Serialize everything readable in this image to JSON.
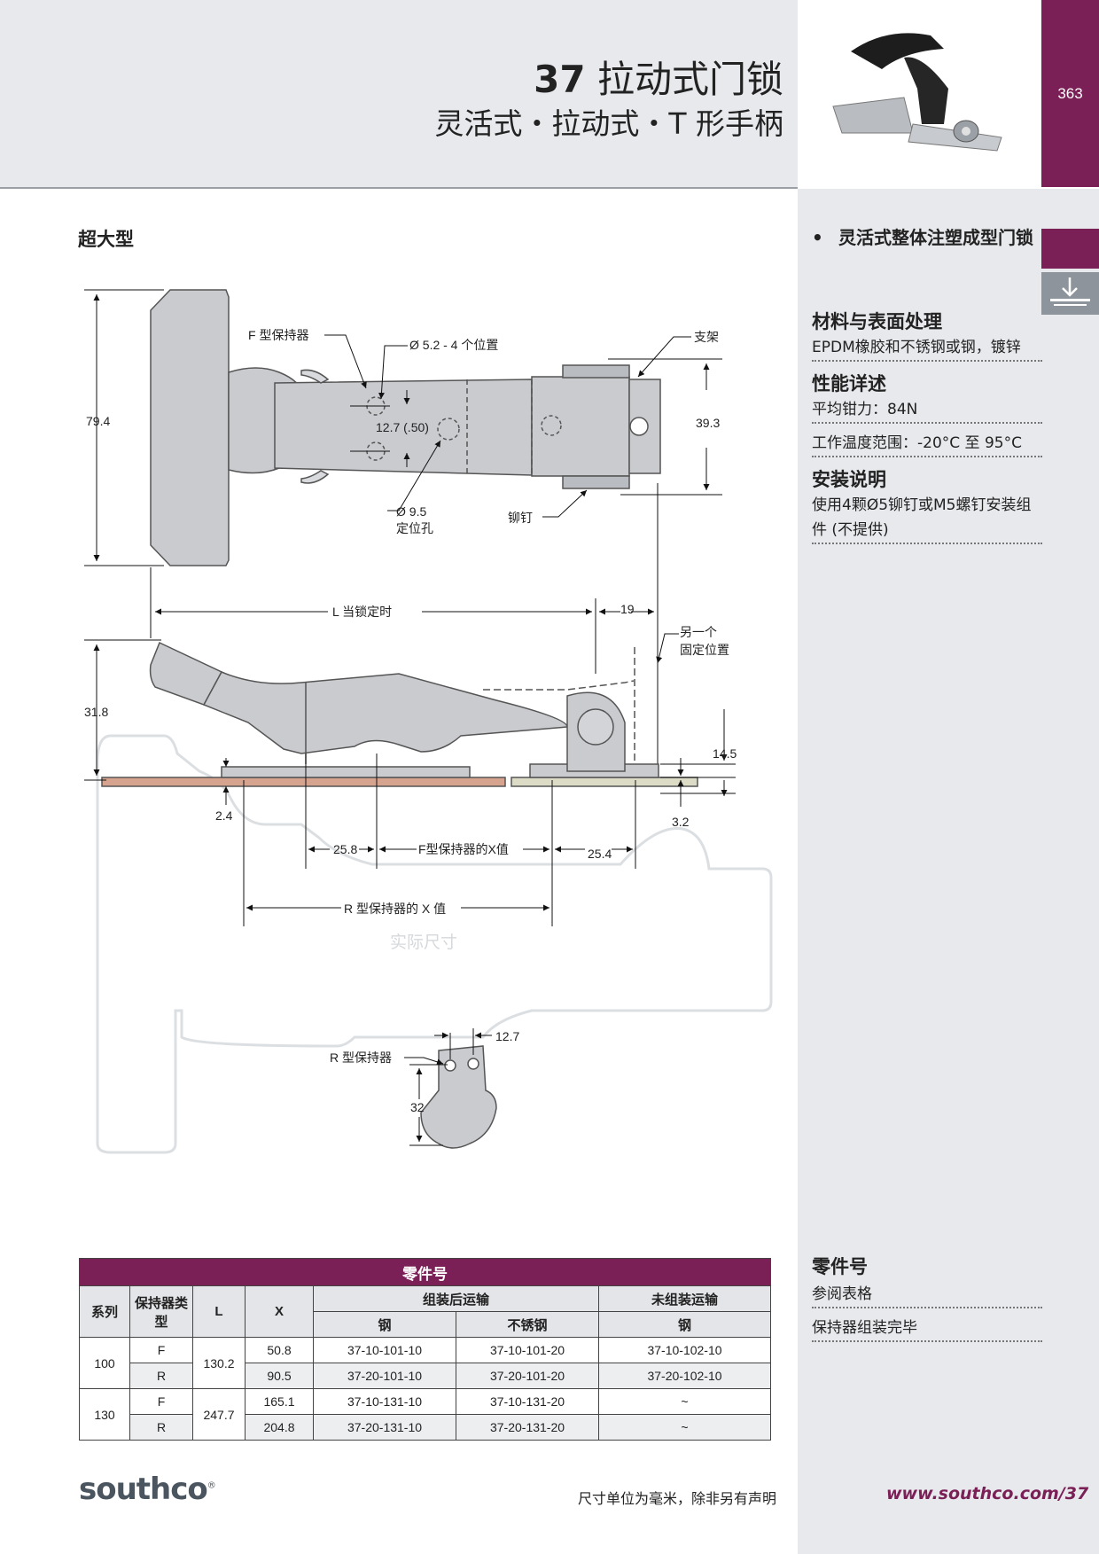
{
  "header": {
    "page_number": "363",
    "title_num": "37",
    "title_text": "拉动式门锁",
    "subtitle": "灵活式・拉动式・T 形手柄"
  },
  "section_title": "超大型",
  "drawing": {
    "labels": {
      "f_retainer": "F 型保持器",
      "hole": "Ø 5.2 - 4 个位置",
      "bracket": "支架",
      "dim_794": "79.4",
      "dim_127_50": "12.7 (.50)",
      "dim_393": "39.3",
      "loc_hole_1": "Ø 9.5",
      "loc_hole_2": "定位孔",
      "rivet": "铆钉",
      "l_locked": "L 当锁定时",
      "dim_19": "19",
      "alt_pos_1": "另一个",
      "alt_pos_2": "固定位置",
      "dim_318": "31.8",
      "dim_145": "14.5",
      "dim_24": "2.4",
      "dim_32a": "3.2",
      "dim_258": "25.8",
      "f_x": "F型保持器的X值",
      "dim_254": "25.4",
      "r_x": "R 型保持器的 X 值",
      "actual_size": "实际尺寸",
      "r_retainer": "R 型保持器",
      "dim_127": "12.7",
      "dim_32": "32"
    }
  },
  "side": {
    "bullet": "灵活式整体注塑成型门锁",
    "materials_heading": "材料与表面处理",
    "materials_text": "EPDM橡胶和不锈钢或钢，镀锌",
    "performance_heading": "性能详述",
    "perf_1": "平均钳力：84N",
    "perf_2": "工作温度范围：-20°C 至 95°C",
    "install_heading": "安装说明",
    "install_text": "使用4颗Ø5铆钉或M5螺钉安装组件 (不提供)",
    "parts_heading": "零件号",
    "parts_1": "参阅表格",
    "parts_2": "保持器组装完毕"
  },
  "table": {
    "title": "零件号",
    "headers": {
      "series": "系列",
      "retainer_type": "保持器类型",
      "l": "L",
      "x": "X",
      "assembled": "组装后运输",
      "unassembled": "未组装运输",
      "steel": "钢",
      "stainless": "不锈钢",
      "steel2": "钢"
    },
    "rows": [
      {
        "series": "100",
        "type": "F",
        "l": "130.2",
        "x": "50.8",
        "steel": "37-10-101-10",
        "stainless": "37-10-101-20",
        "unassembled": "37-10-102-10"
      },
      {
        "type": "R",
        "x": "90.5",
        "steel": "37-20-101-10",
        "stainless": "37-20-101-20",
        "unassembled": "37-20-102-10"
      },
      {
        "series": "130",
        "type": "F",
        "l": "247.7",
        "x": "165.1",
        "steel": "37-10-131-10",
        "stainless": "37-10-131-20",
        "unassembled": "~"
      },
      {
        "type": "R",
        "x": "204.8",
        "steel": "37-20-131-10",
        "stainless": "37-20-131-20",
        "unassembled": "~"
      }
    ]
  },
  "footer": {
    "logo": "southco",
    "logo_mark": "®",
    "note": "尺寸单位为毫米，除非另有声明",
    "url": "www.southco.com/37"
  }
}
